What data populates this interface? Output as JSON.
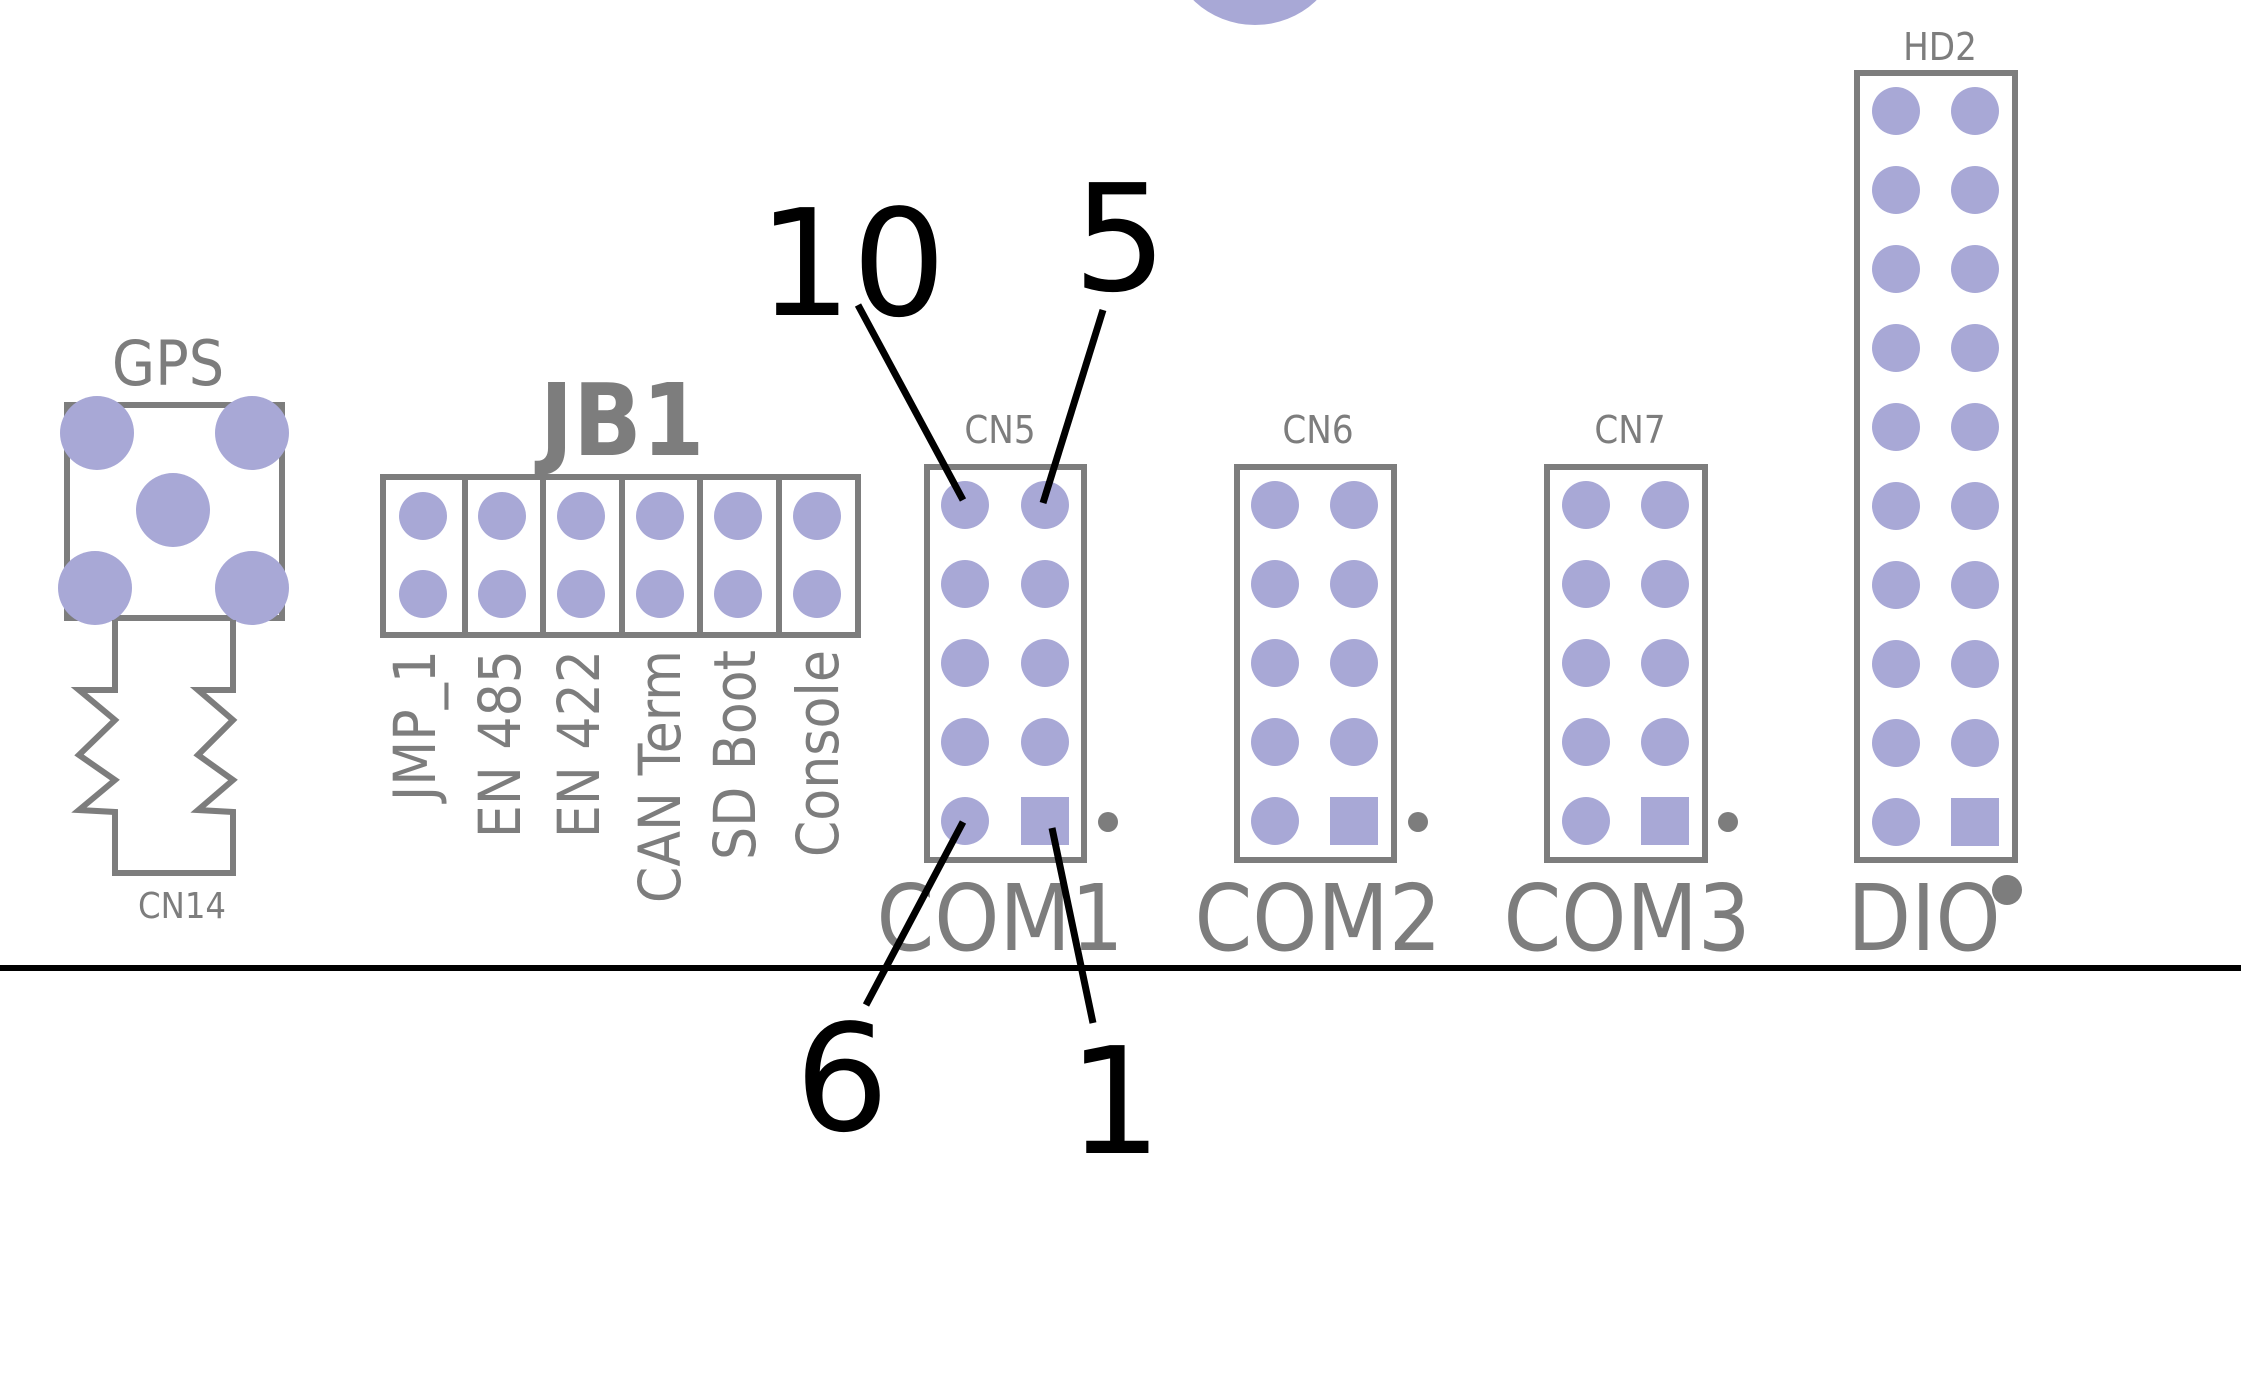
{
  "colors": {
    "pad": "#a8a8d6",
    "silkscreen": "#7d7d7d",
    "callout": "#000000",
    "background": "#ffffff"
  },
  "gps": {
    "label": "GPS",
    "connector": "CN14"
  },
  "jumper_block": {
    "label": "JB1",
    "jumpers": [
      "JMP_1",
      "EN 485",
      "EN 422",
      "CAN Term",
      "SD Boot",
      "Console"
    ]
  },
  "headers": [
    {
      "ref": "CN5",
      "name": "COM1"
    },
    {
      "ref": "CN6",
      "name": "COM2"
    },
    {
      "ref": "CN7",
      "name": "COM3"
    },
    {
      "ref": "HD2",
      "name": "DIO"
    }
  ],
  "pin_callouts": {
    "top_left": "10",
    "top_right": "5",
    "bottom_left": "6",
    "bottom_right": "1"
  }
}
